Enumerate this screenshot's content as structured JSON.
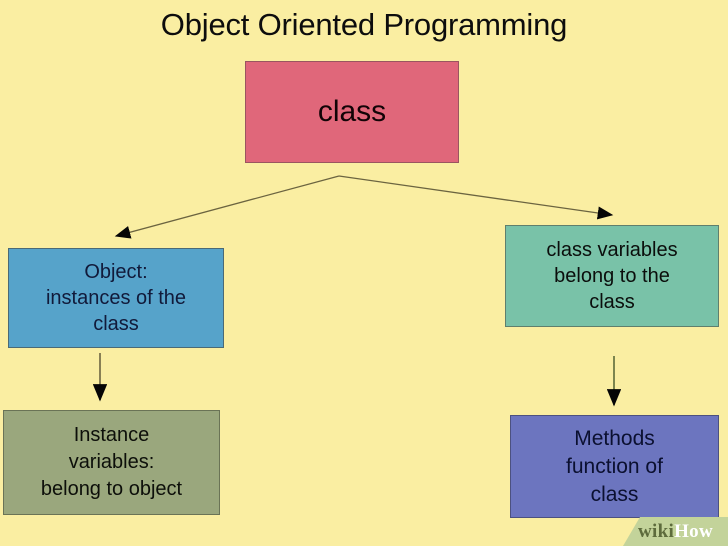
{
  "diagram": {
    "title": "Object Oriented Programming",
    "background_color": "#faeea2",
    "type": "hierarchy-flowchart"
  },
  "nodes": {
    "root": {
      "id": "class",
      "label": "class",
      "fill_color": "#e0677a",
      "border_color": "#9a5560",
      "text_color": "#120306"
    },
    "object": {
      "id": "object",
      "label": "Object:\ninstances of the\nclass",
      "fill_color": "#56a3ca",
      "border_color": "#4a6a76",
      "text_color": "#111a3a"
    },
    "class_variables": {
      "id": "class-variables",
      "label": "class variables\nbelong to the\nclass",
      "fill_color": "#79c2a8",
      "border_color": "#5f7f6d",
      "text_color": "#0b0e0c"
    },
    "instance_variables": {
      "id": "instance-variables",
      "label": "Instance\nvariables:\nbelong to object",
      "fill_color": "#9aa77d",
      "border_color": "#6a7356",
      "text_color": "#0d0f0a"
    },
    "methods": {
      "id": "methods",
      "label": "Methods\nfunction  of\nclass",
      "fill_color": "#6c75bf",
      "border_color": "#4c5180",
      "text_color": "#0b1030"
    }
  },
  "edges": [
    {
      "name": "class-to-object",
      "from": "class",
      "to": "object",
      "style": "elbow-arrow"
    },
    {
      "name": "class-to-class-variables",
      "from": "class",
      "to": "class-variables",
      "style": "elbow-arrow"
    },
    {
      "name": "object-to-instance-variables",
      "from": "object",
      "to": "instance-variables",
      "style": "straight-arrow"
    },
    {
      "name": "class-variables-to-methods",
      "from": "class-variables",
      "to": "methods",
      "style": "straight-arrow"
    }
  ],
  "watermark": {
    "wiki": "wiki",
    "how": "How",
    "banner_color": "#c3d39a"
  }
}
